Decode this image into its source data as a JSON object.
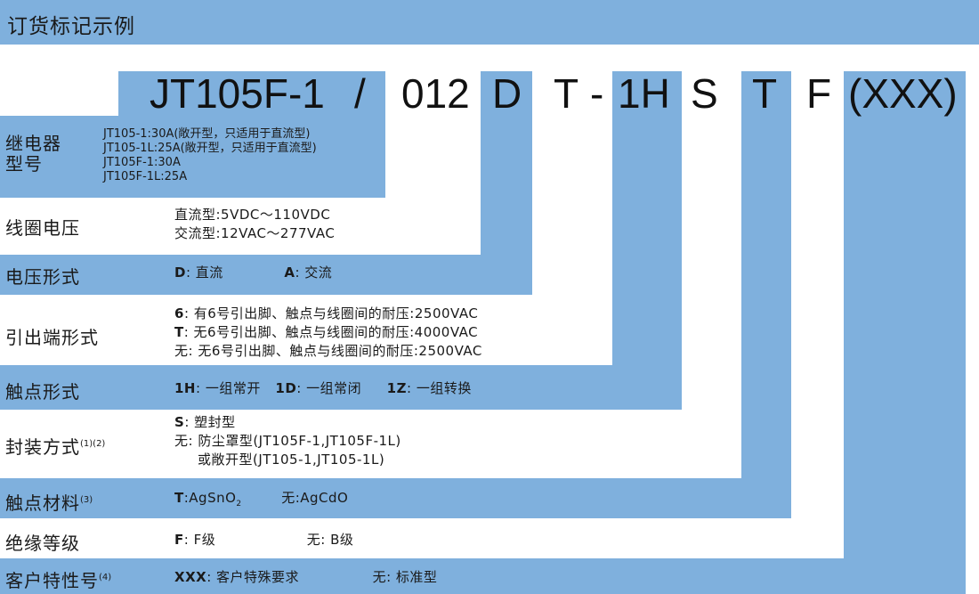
{
  "title": "订货标记示例",
  "code": {
    "model": "JT105F-1",
    "slash": "/",
    "voltage": "012",
    "form": "D",
    "terminal": "T",
    "dash": "-",
    "contact": "1H",
    "seal": "S",
    "material": "T",
    "insulation": "F",
    "customer": "(XXX)"
  },
  "rows": {
    "model": {
      "label_line1": "继电器",
      "label_line2": "型号",
      "items": [
        "JT105-1:30A(敞开型，只适用于直流型)",
        "JT105-1L:25A(敞开型，只适用于直流型)",
        "JT105F-1:30A",
        "JT105F-1L:25A"
      ]
    },
    "coil": {
      "label": "线圈电压",
      "line1": "直流型:5VDC～110VDC",
      "line2": "交流型:12VAC～277VAC"
    },
    "form": {
      "label": "电压形式",
      "d_key": "D",
      "d_val": ": 直流",
      "a_key": "A",
      "a_val": ": 交流"
    },
    "terminal": {
      "label": "引出端形式",
      "l1_key": "6",
      "l1_val": ": 有6号引出脚、触点与线圈间的耐压:2500VAC",
      "l2_key": "T",
      "l2_val": ": 无6号引出脚、触点与线圈间的耐压:4000VAC",
      "l3": "无: 无6号引出脚、触点与线圈间的耐压:2500VAC"
    },
    "contact": {
      "label": "触点形式",
      "k1": "1H",
      "v1": ": 一组常开",
      "k2": "1D",
      "v2": ": 一组常闭",
      "k3": "1Z",
      "v3": ": 一组转换"
    },
    "seal": {
      "label": "封装方式",
      "sup": "(1)(2)",
      "s_key": "S",
      "s_val": ": 塑封型",
      "line2": "无: 防尘罩型(JT105F-1,JT105F-1L)",
      "line3": "或敞开型(JT105-1,JT105-1L)"
    },
    "material": {
      "label": "触点材料",
      "sup": "(3)",
      "t_key": "T",
      "t_val_pre": ":AgSnO",
      "t_val_sub": "2",
      "none": "无:AgCdO"
    },
    "insulation": {
      "label": "绝缘等级",
      "f_key": "F",
      "f_val": ": F级",
      "none": "无: B级"
    },
    "customer": {
      "label": "客户特性号",
      "sup": "(4)",
      "x_key": "XXX",
      "x_val": ": 客户特殊要求",
      "none": "无: 标准型"
    }
  },
  "colors": {
    "band": "#7fb0dd",
    "background": "#ffffff",
    "text": "#1a1a1a"
  }
}
